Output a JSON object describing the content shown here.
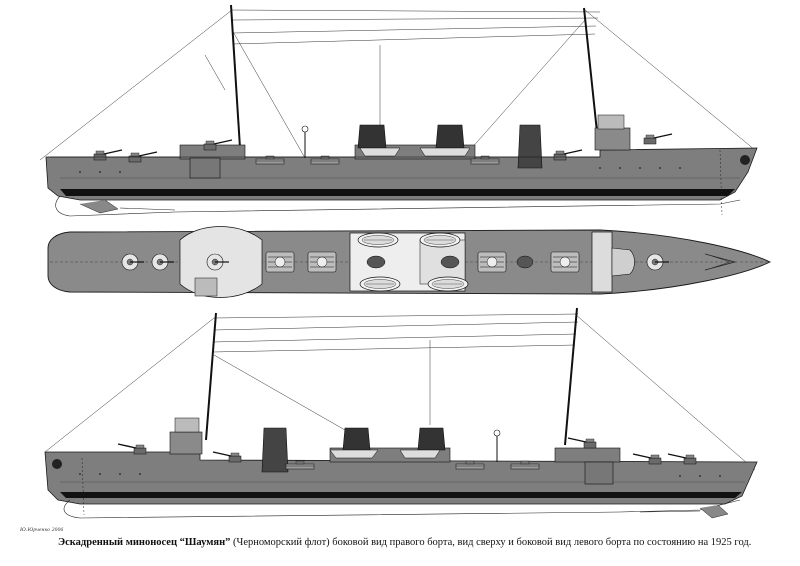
{
  "caption": {
    "title": "Эскадренный миноносец “Шаумян”",
    "description": " (Черноморский флот) боковой вид правого борта, вид сверху и боковой вид левого борта по состоянию на 1925 год."
  },
  "signature": "Ю.Юрченко 2006",
  "colors": {
    "hull": "#7e7e7e",
    "hull_dark": "#5a5a5a",
    "deck": "#8a8a8a",
    "boot_top": "#111111",
    "line": "#1a1a1a",
    "light": "#e8e8e8"
  }
}
